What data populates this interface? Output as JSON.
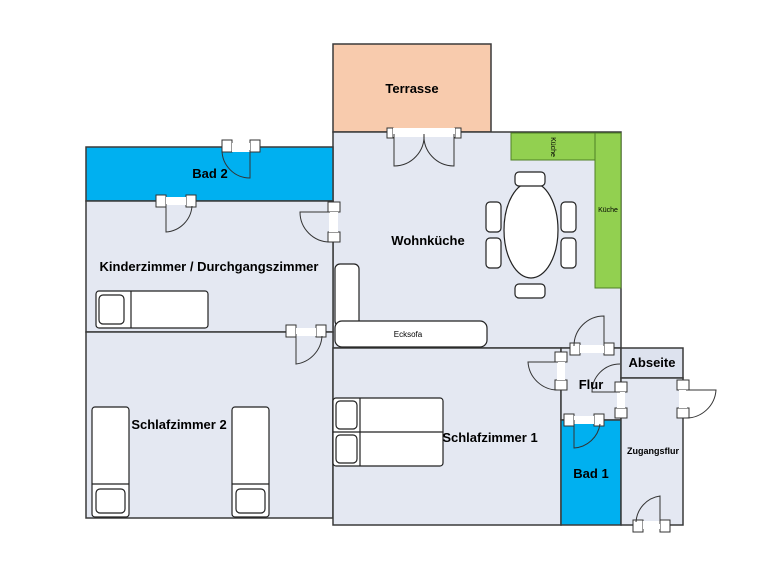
{
  "rooms": {
    "terrasse": "Terrasse",
    "bad2": "Bad 2",
    "wohnkueche": "Wohnküche",
    "kinderzimmer": "Kinderzimmer / Durchgangszimmer",
    "schlafzimmer2": "Schlafzimmer 2",
    "schlafzimmer1": "Schlafzimmer 1",
    "flur": "Flur",
    "abseite": "Abseite",
    "bad1": "Bad 1",
    "zugangsflur": "Zugangsflur"
  },
  "furniture": {
    "kueche_top": "Küche",
    "kueche_side": "Küche",
    "ecksofa": "Ecksofa"
  },
  "colors": {
    "floor": "#e4e8f2",
    "bathroom": "#00b0f0",
    "terrace": "#f8cbad",
    "kitchen": "#92d050",
    "abseite": "#dde2ee"
  }
}
